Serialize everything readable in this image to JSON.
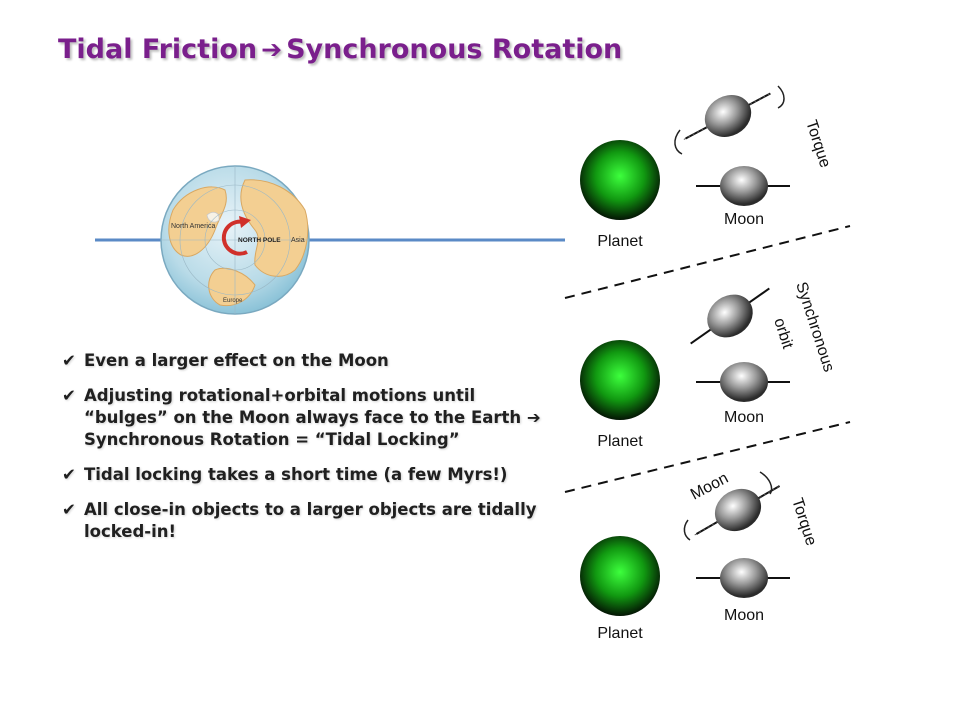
{
  "title": {
    "part1": "Tidal Friction",
    "arrow": "➔",
    "part2": "Synchronous Rotation"
  },
  "bullets": [
    {
      "text": "Even a larger effect on the Moon"
    },
    {
      "text": "Adjusting rotational+orbital motions until “bulges” on the Moon always face to the Earth ➔ Synchronous Rotation = “Tidal Locking”"
    },
    {
      "text": "Tidal locking takes a short time (a few Myrs!)"
    },
    {
      "text": "All close-in objects to a larger objects are tidally locked-in!"
    }
  ],
  "earth": {
    "label_north_america": "North America",
    "label_north_pole": "NORTH POLE",
    "label_asia": "Asia",
    "label_europe": "Europe",
    "rotation_arrow_color": "#d0302a"
  },
  "diagram": {
    "panels": [
      {
        "planet_label": "Planet",
        "moon_label": "Moon",
        "side_label": "Torque"
      },
      {
        "planet_label": "Planet",
        "moon_label": "Moon",
        "side_label_line1": "Synchronous",
        "side_label_line2": "orbit"
      },
      {
        "planet_label": "Planet",
        "moon_label": "Moon",
        "moon_top_label": "Moon",
        "side_label": "Torque"
      }
    ],
    "planet_color": "#1aa81a",
    "moon_color": "#8a8a8a"
  },
  "check_glyph": "✔"
}
